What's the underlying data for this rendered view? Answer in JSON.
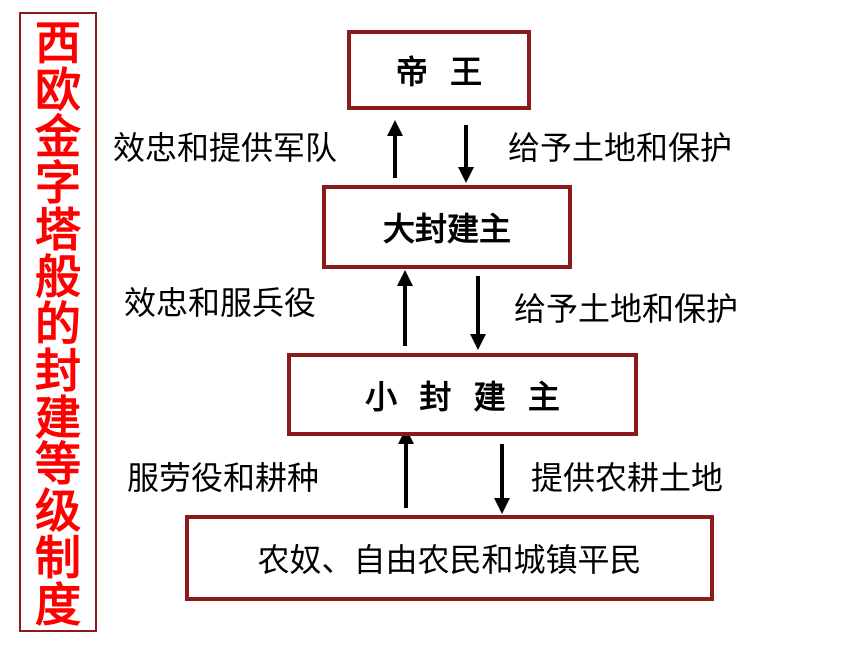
{
  "side_title": [
    "西",
    "欧",
    "金",
    "字",
    "塔",
    "般",
    "的",
    "封",
    "建",
    "等",
    "级",
    "制",
    "度"
  ],
  "boxes": {
    "emperor": "帝  王",
    "great_lords": "大封建主",
    "lesser_lords": "小  封  建  主",
    "commoners": "农奴、自由农民和城镇平民"
  },
  "labels": {
    "great_to_emperor": "效忠和提供军队",
    "emperor_to_great": "给予土地和保护",
    "lesser_to_great": "效忠和服兵役",
    "great_to_lesser": "给予土地和保护",
    "commoners_to_lesser": "服劳役和耕种",
    "lesser_to_commoners": "提供农耕土地"
  },
  "colors": {
    "title": "#ff0000",
    "box_border": "#8b1a1a",
    "text": "#000000"
  }
}
